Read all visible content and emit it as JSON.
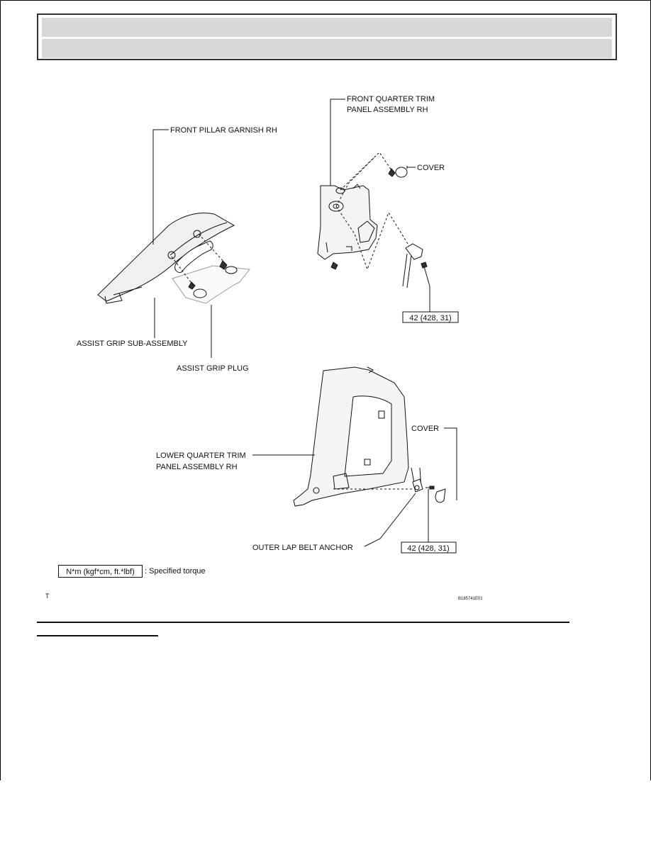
{
  "header": {
    "row1": "",
    "row2": ""
  },
  "labels": {
    "front_pillar_garnish": "FRONT PILLAR GARNISH RH",
    "front_quarter_trim_line1": "FRONT QUARTER TRIM",
    "front_quarter_trim_line2": "PANEL ASSEMBLY RH",
    "cover_top": "COVER",
    "assist_grip_sub_assembly": "ASSIST GRIP SUB-ASSEMBLY",
    "assist_grip_plug": "ASSIST GRIP PLUG",
    "torque_top": "42 (428, 31)",
    "cover_bottom": "COVER",
    "lower_quarter_trim_line1": "LOWER QUARTER TRIM",
    "lower_quarter_trim_line2": "PANEL ASSEMBLY RH",
    "outer_lap_belt_anchor": "OUTER LAP BELT ANCHOR",
    "torque_bottom": "42 (428, 31)"
  },
  "legend": {
    "unit_box": "N*m (kgf*cm, ft.*lbf)",
    "text": ": Specified torque"
  },
  "footer": {
    "t_mark": "T",
    "figure_code": "B185741E01"
  }
}
